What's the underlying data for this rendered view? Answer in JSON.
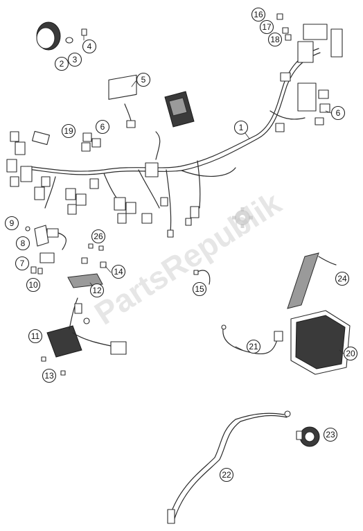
{
  "watermark": "PartsRepublik",
  "callouts": [
    {
      "label": "1"
    },
    {
      "label": "2"
    },
    {
      "label": "3"
    },
    {
      "label": "4"
    },
    {
      "label": "5"
    },
    {
      "label": "6"
    },
    {
      "label": "6"
    },
    {
      "label": "7"
    },
    {
      "label": "8"
    },
    {
      "label": "9"
    },
    {
      "label": "10"
    },
    {
      "label": "11"
    },
    {
      "label": "12"
    },
    {
      "label": "13"
    },
    {
      "label": "14"
    },
    {
      "label": "15"
    },
    {
      "label": "16"
    },
    {
      "label": "17"
    },
    {
      "label": "18"
    },
    {
      "label": "19"
    },
    {
      "label": "20"
    },
    {
      "label": "21"
    },
    {
      "label": "22"
    },
    {
      "label": "23"
    },
    {
      "label": "24"
    },
    {
      "label": "26"
    }
  ],
  "icons": {
    "watermark": "gear-icon"
  }
}
